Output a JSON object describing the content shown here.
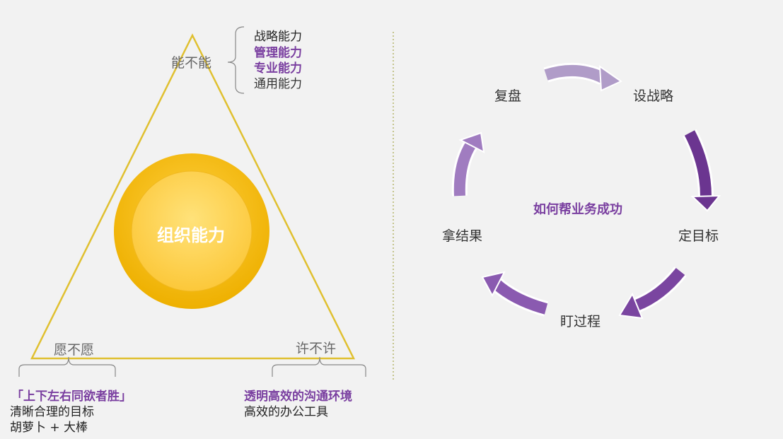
{
  "left": {
    "center": "组织能力",
    "top_label": "能不能",
    "top_items": [
      {
        "text": "战略能力",
        "highlight": false
      },
      {
        "text": "管理能力",
        "highlight": true
      },
      {
        "text": "专业能力",
        "highlight": true
      },
      {
        "text": "通用能力",
        "highlight": false
      }
    ],
    "left_label": "愿不愿",
    "left_items": [
      "「上下左右同欲者胜」",
      "清晰合理的目标",
      "胡萝卜 + 大棒"
    ],
    "right_label": "许不许",
    "right_items": [
      "透明高效的沟通环境",
      "高效的办公工具"
    ]
  },
  "right": {
    "center": "如何帮业务成功",
    "steps": [
      "设战略",
      "定目标",
      "盯过程",
      "拿结果",
      "复盘"
    ]
  },
  "colors": {
    "triangle": "#e0c030",
    "circle_outer": "#f5b800",
    "circle_inner": "#ffd865",
    "accent": "#7a3fa0"
  }
}
